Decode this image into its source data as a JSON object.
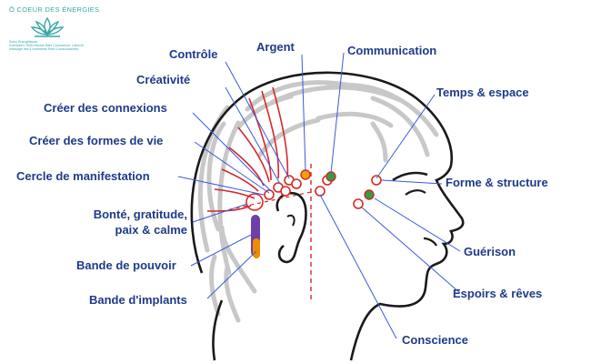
{
  "brand": {
    "name": "Ô COEUR DES ÉNERGIES",
    "tagline_lines": [
      "Soins Énergétiques",
      "Guérisseur Reiki Access Bars Conscience, Lahochi",
      "Massage des 5 continents Reiki Consciousness"
    ],
    "logo_icon": "lotus-logo-icon",
    "color": "#3aa7a7"
  },
  "labels": {
    "controle": "Contrôle",
    "argent": "Argent",
    "communication": "Communication",
    "creativite": "Créativité",
    "temps_espace": "Temps & espace",
    "creer_connexions": "Créer des connexions",
    "creer_formes_vie": "Créer des formes de vie",
    "cercle_manifestation": "Cercle de manifestation",
    "forme_structure": "Forme & structure",
    "bonte": [
      "Bonté, gratitude,",
      "paix & calme"
    ],
    "guerison": "Guérison",
    "bande_pouvoir": "Bande de pouvoir",
    "espoirs_reves": "Espoirs & rêves",
    "bande_implants": "Bande d'implants",
    "conscience": "Conscience"
  },
  "colors": {
    "label_text": "#1e3a8a",
    "leader_lines": "#3b5bdb",
    "head_outline": "#1a1a1a",
    "hair_lines": "#c8c8c8",
    "bars_red": "#d62828",
    "argent_point": "#f59f00",
    "green_points": "#2f9e44"
  }
}
